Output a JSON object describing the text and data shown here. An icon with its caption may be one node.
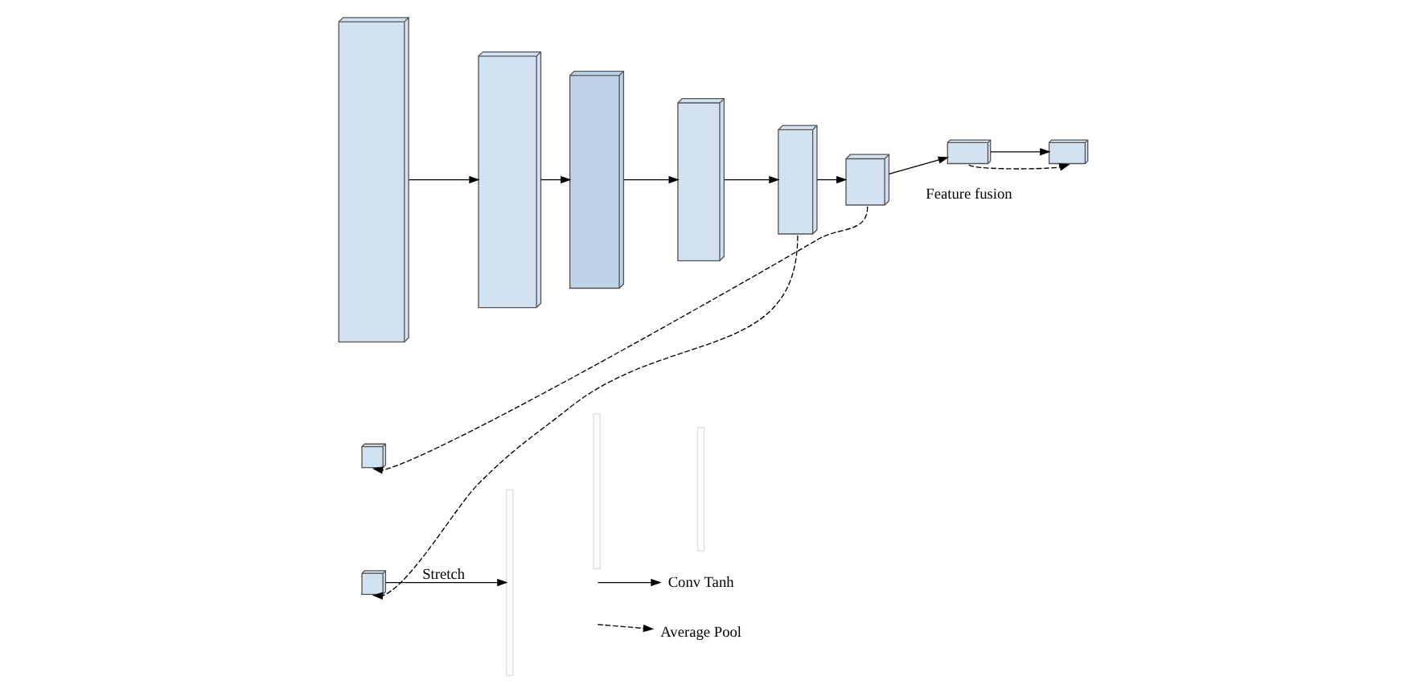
{
  "diagram": {
    "nodes": [
      {
        "text": [],
        "shape": "box"
      },
      {
        "text": [],
        "shape": "box"
      },
      {
        "text": [],
        "shape": "box"
      },
      {
        "text": [],
        "shape": "box"
      },
      {
        "text": [],
        "shape": "box"
      },
      {
        "text": [],
        "shape": "box"
      },
      {
        "text": [],
        "shape": "box"
      },
      {
        "text": [],
        "shape": "box"
      },
      {
        "text": [],
        "shape": "box"
      },
      {
        "text": [],
        "shape": "box"
      },
      {
        "text": [],
        "shape": "bar"
      },
      {
        "text": [],
        "shape": "bar"
      },
      {
        "text": [],
        "shape": "bar"
      }
    ],
    "edges": [
      {
        "from": 0,
        "to": 1,
        "arrow": "to"
      },
      {
        "from": 1,
        "to": 2,
        "arrow": "to"
      },
      {
        "from": 2,
        "to": 3,
        "arrow": "to"
      },
      {
        "from": 3,
        "to": 4,
        "arrow": "to"
      },
      {
        "from": 4,
        "to": 5,
        "arrow": "to"
      },
      {
        "from": 5,
        "to": 6,
        "arrow": "to"
      },
      {
        "from": 6,
        "to": 7,
        "arrow": "to"
      },
      {
        "from": 9,
        "to": 10,
        "arrow": "to",
        "label": "Stretch"
      },
      {
        "from": 6,
        "to": 7,
        "arrow": "to",
        "style": "dashed"
      },
      {
        "from": 5,
        "to": 8,
        "arrow": "to",
        "style": "dashed"
      },
      {
        "from": 4,
        "to": 9,
        "arrow": "to",
        "style": "dashed"
      }
    ],
    "labels": [
      "Feature fusion"
    ],
    "legend": [
      {
        "text": "Conv Tanh"
      },
      {
        "text": "Average Pool"
      }
    ]
  }
}
